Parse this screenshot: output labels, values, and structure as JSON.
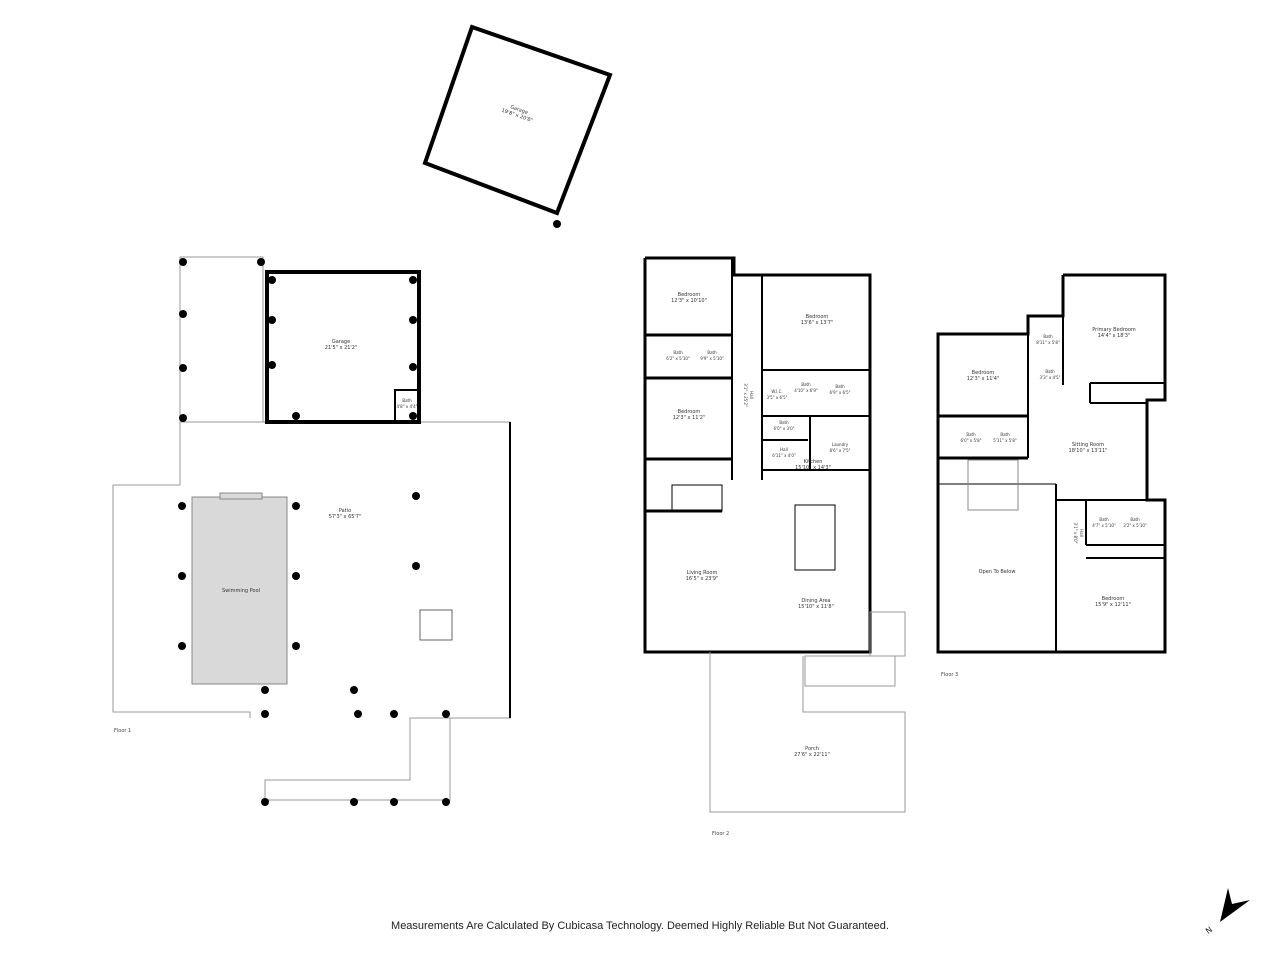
{
  "detached_garage": {
    "name": "Garage",
    "dims": "19'8\" x 20'8\""
  },
  "floor1": {
    "label": "Floor 1",
    "rooms": [
      {
        "name": "Garage",
        "dims": "21'5\" x 21'2\""
      },
      {
        "name": "Bath",
        "dims": "4'8\" x 4'4\""
      },
      {
        "name": "Patio",
        "dims": "57'3\" x 65'7\""
      },
      {
        "name": "Swimming Pool",
        "dims": ""
      }
    ]
  },
  "floor2": {
    "label": "Floor 2",
    "rooms": [
      {
        "name": "Bedroom",
        "dims": "12'3\" x 10'10\""
      },
      {
        "name": "Bedroom",
        "dims": "13'6\" x 13'7\""
      },
      {
        "name": "Bath",
        "dims": "6'2\" x 5'10\""
      },
      {
        "name": "Bath",
        "dims": "9'9\" x 5'10\""
      },
      {
        "name": "Hall",
        "dims": "3'1\" x 25'2\""
      },
      {
        "name": "W.I.C.",
        "dims": "3'5\" x 6'5\""
      },
      {
        "name": "Bath",
        "dims": "4'10\" x 6'9\""
      },
      {
        "name": "Bath",
        "dims": "6'9\" x 6'5\""
      },
      {
        "name": "Bedroom",
        "dims": "12'3\" x 11'2\""
      },
      {
        "name": "Bath",
        "dims": "6'0\" x 3'0\""
      },
      {
        "name": "Hall",
        "dims": "6'11\" x 4'0\""
      },
      {
        "name": "Laundry",
        "dims": "8'6\" x 7'5\""
      },
      {
        "name": "Kitchen",
        "dims": "15'10\" x 14'3\""
      },
      {
        "name": "Living Room",
        "dims": "16'5\" x 23'9\""
      },
      {
        "name": "Dining Area",
        "dims": "15'10\" x 11'8\""
      },
      {
        "name": "Porch",
        "dims": "27'6\" x 22'11\""
      }
    ]
  },
  "floor3": {
    "label": "Floor 3",
    "rooms": [
      {
        "name": "Bedroom",
        "dims": "12'3\" x 11'4\""
      },
      {
        "name": "Bath",
        "dims": "8'11\" x 5'8\""
      },
      {
        "name": "Bath",
        "dims": "3'3\" x 4'5\""
      },
      {
        "name": "Primary Bedroom",
        "dims": "14'4\" x 18'3\""
      },
      {
        "name": "Bath",
        "dims": "6'0\" x 5'8\""
      },
      {
        "name": "Bath",
        "dims": "5'11\" x 5'8\""
      },
      {
        "name": "Sitting Room",
        "dims": "18'10\" x 13'11\""
      },
      {
        "name": "Hall",
        "dims": "3'1\" x 8'0\""
      },
      {
        "name": "Bath",
        "dims": "4'7\" x 5'10\""
      },
      {
        "name": "Bath",
        "dims": "3'2\" x 5'10\""
      },
      {
        "name": "Open To Below",
        "dims": ""
      },
      {
        "name": "Bedroom",
        "dims": "15'9\" x 12'11\""
      }
    ]
  },
  "footer": "Measurements Are Calculated By Cubicasa Technology. Deemed Highly Reliable But Not Guaranteed.",
  "compass": {
    "label": "N",
    "icon": "north-arrow-icon"
  },
  "colors": {
    "wall": "#000000",
    "pool": "#d9d9d9",
    "outline": "#999999"
  }
}
